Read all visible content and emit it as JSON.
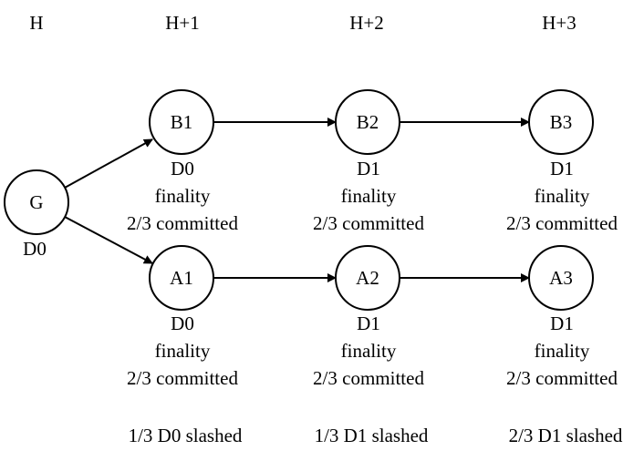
{
  "header": {
    "columns": [
      "H",
      "H+1",
      "H+2",
      "H+3"
    ]
  },
  "nodes": {
    "G": {
      "label": "G",
      "lines": [
        "D0"
      ]
    },
    "B1": {
      "label": "B1",
      "lines": [
        "D0",
        "finality",
        "2/3 committed"
      ]
    },
    "B2": {
      "label": "B2",
      "lines": [
        "D1",
        "finality",
        "2/3 committed"
      ]
    },
    "B3": {
      "label": "B3",
      "lines": [
        "D1",
        "finality",
        "2/3 committed"
      ]
    },
    "A1": {
      "label": "A1",
      "lines": [
        "D0",
        "finality",
        "2/3 committed"
      ]
    },
    "A2": {
      "label": "A2",
      "lines": [
        "D1",
        "finality",
        "2/3 committed"
      ]
    },
    "A3": {
      "label": "A3",
      "lines": [
        "D1",
        "finality",
        "2/3 committed"
      ]
    }
  },
  "slashing": [
    "1/3 D0 slashed",
    "1/3 D1 slashed",
    "2/3 D1 slashed"
  ]
}
